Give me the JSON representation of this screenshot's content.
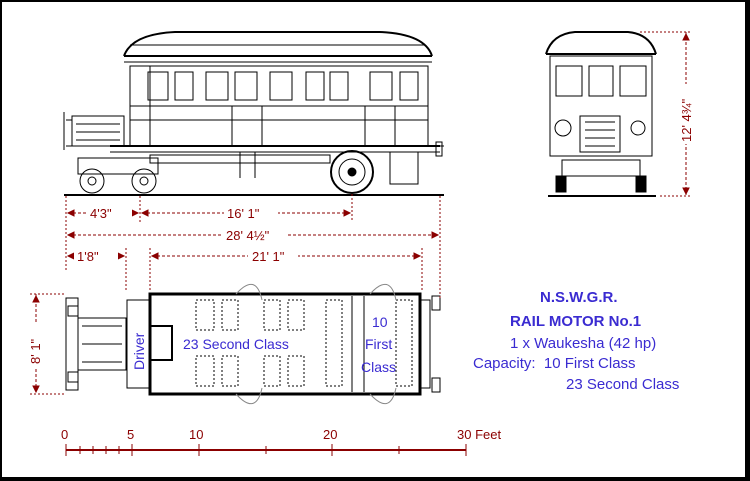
{
  "dimensions": {
    "front_overhang": "4'3\"",
    "wheelbase": "16' 1\"",
    "overall_length": "28' 4½\"",
    "bonnet_length": "1'8\"",
    "body_length": "21' 1\"",
    "width": "8' 1\"",
    "height": "12' 4¾\""
  },
  "plan_labels": {
    "driver": "Driver",
    "second_class": "23 Second Class",
    "first_class_number": "10",
    "first_class_word1": "First",
    "first_class_word2": "Class"
  },
  "info": {
    "line1": "N.S.W.G.R.",
    "line2": "RAIL MOTOR No.1",
    "line3": "1 x Waukesha (42 hp)",
    "line4": "Capacity:  10 First Class",
    "line5": "23 Second Class"
  },
  "scale": {
    "ticks": [
      "0",
      "5",
      "10",
      "20",
      "30 Feet"
    ]
  },
  "colors": {
    "dimension": "#8b0000",
    "label": "#3a2bd1",
    "ink": "#000000",
    "paper": "#ffffff"
  }
}
